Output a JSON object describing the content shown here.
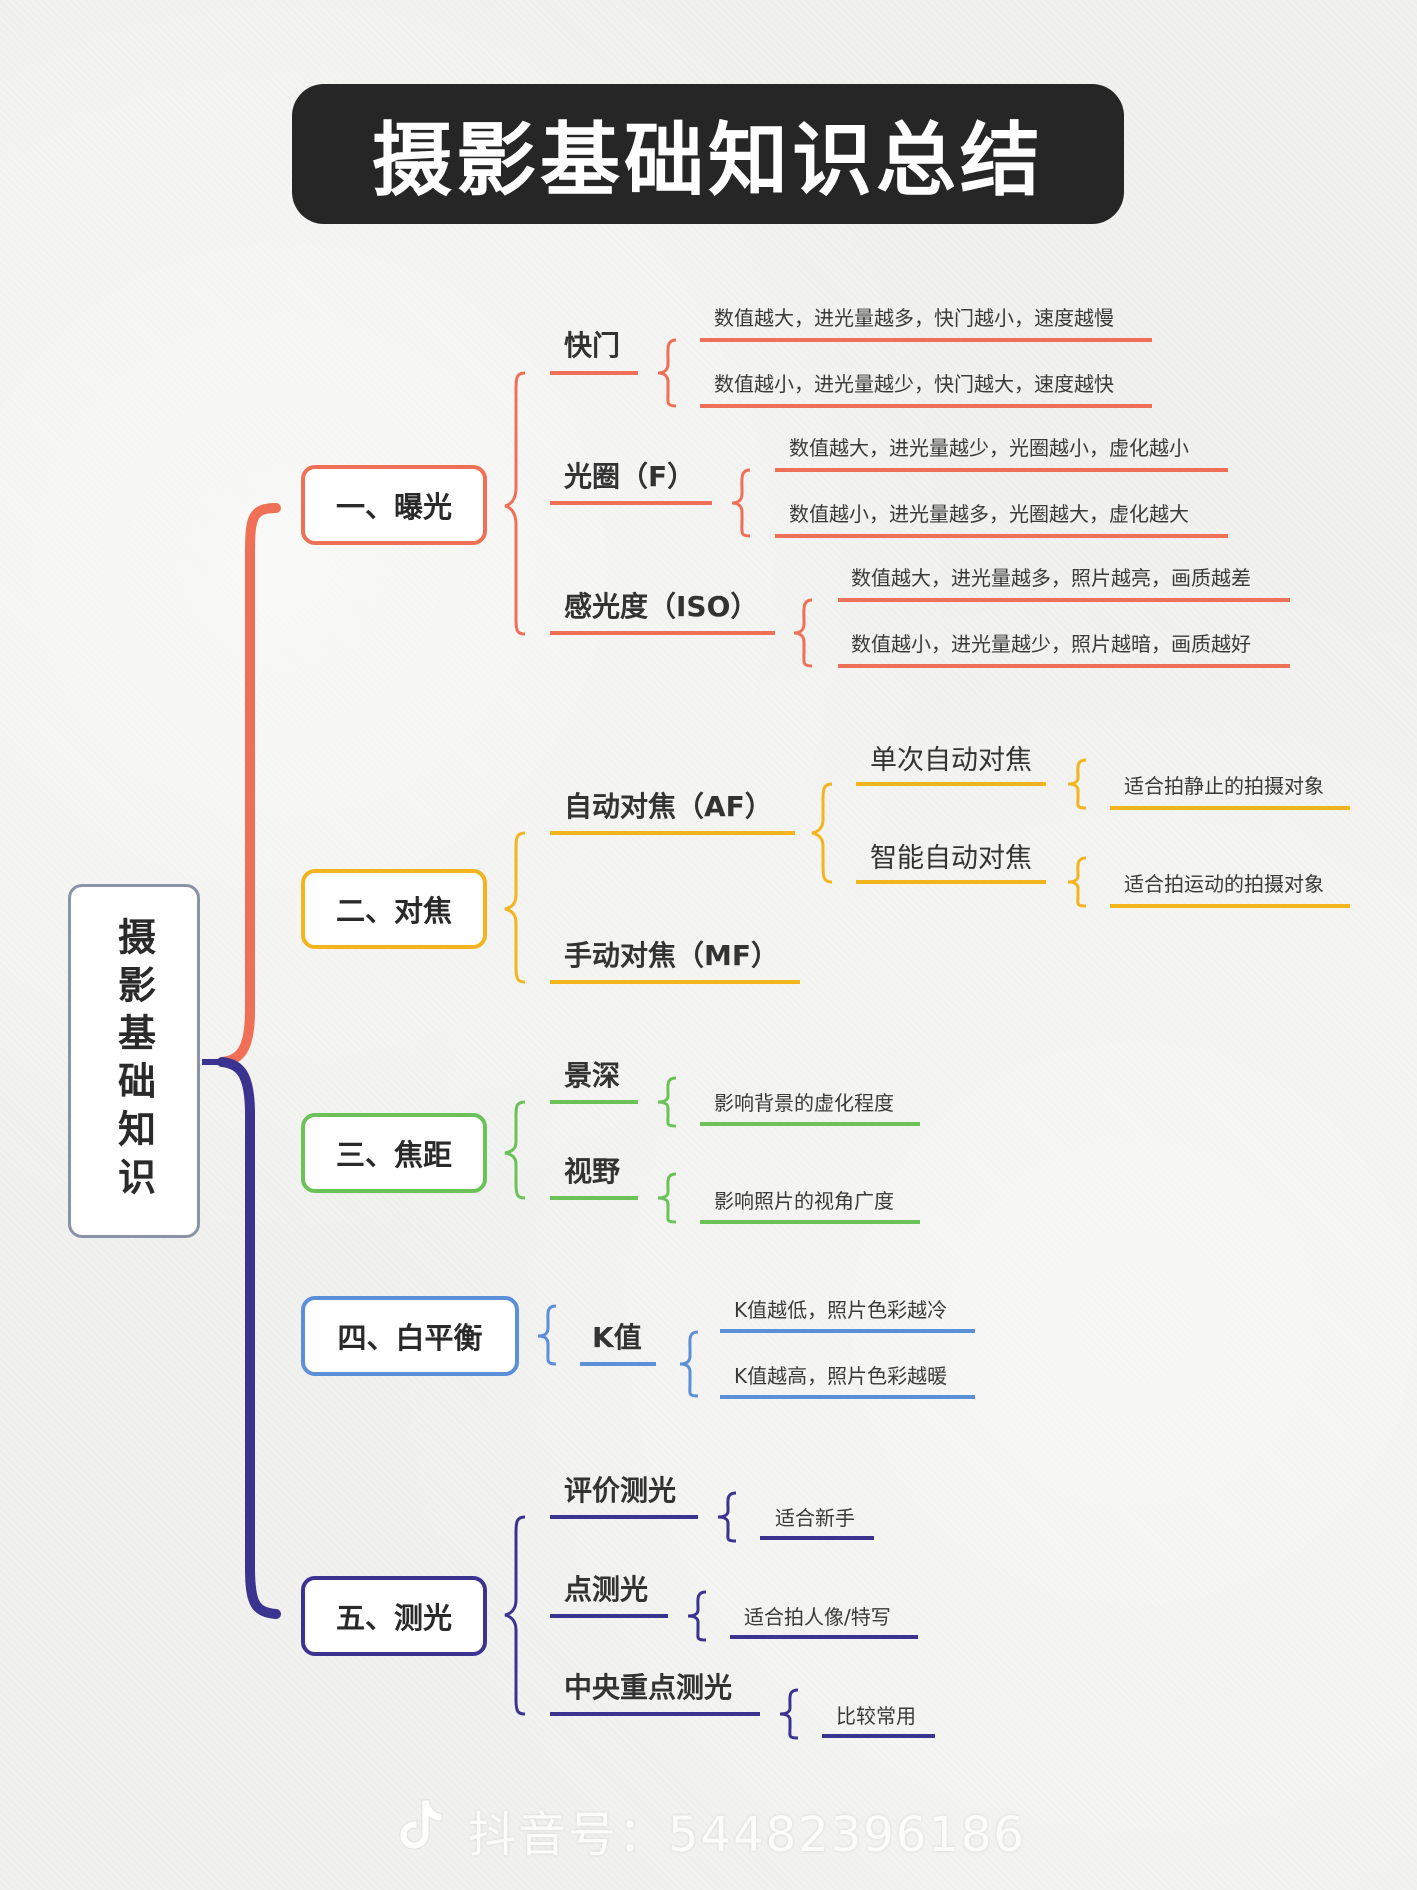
{
  "title": "摄影基础知识总结",
  "root": "摄影基础知识",
  "colors": {
    "exposure": "#f07057",
    "focus": "#f3b41d",
    "focal": "#6ac259",
    "wb": "#5b8fd8",
    "metering": "#3a3390",
    "root_border": "#8a94a6",
    "title_bg": "#262626"
  },
  "branches": {
    "exposure": {
      "label": "一、曝光",
      "shutter": {
        "label": "快门",
        "leaves": [
          "数值越大，进光量越多，快门越小，速度越慢",
          "数值越小，进光量越少，快门越大，速度越快"
        ]
      },
      "aperture": {
        "label": "光圈（F）",
        "leaves": [
          "数值越大，进光量越少，光圈越小，虚化越小",
          "数值越小，进光量越多，光圈越大，虚化越大"
        ]
      },
      "iso": {
        "label": "感光度（ISO）",
        "leaves": [
          "数值越大，进光量越多，照片越亮，画质越差",
          "数值越小，进光量越少，照片越暗，画质越好"
        ]
      }
    },
    "focus": {
      "label": "二、对焦",
      "af": {
        "label": "自动对焦（AF）",
        "single": {
          "label": "单次自动对焦",
          "leaf": "适合拍静止的拍摄对象"
        },
        "smart": {
          "label": "智能自动对焦",
          "leaf": "适合拍运动的拍摄对象"
        }
      },
      "mf": {
        "label": "手动对焦（MF）"
      }
    },
    "focal": {
      "label": "三、焦距",
      "dof": {
        "label": "景深",
        "leaf": "影响背景的虚化程度"
      },
      "fov": {
        "label": "视野",
        "leaf": "影响照片的视角广度"
      }
    },
    "wb": {
      "label": "四、白平衡",
      "kvalue": {
        "label": "K值",
        "leaves": [
          "K值越低，照片色彩越冷",
          "K值越高，照片色彩越暖"
        ]
      }
    },
    "metering": {
      "label": "五、测光",
      "evaluative": {
        "label": "评价测光",
        "leaf": "适合新手"
      },
      "spot": {
        "label": "点测光",
        "leaf": "适合拍人像/特写"
      },
      "center": {
        "label": "中央重点测光",
        "leaf": "比较常用"
      }
    }
  },
  "watermark": "抖音号：54482396186"
}
